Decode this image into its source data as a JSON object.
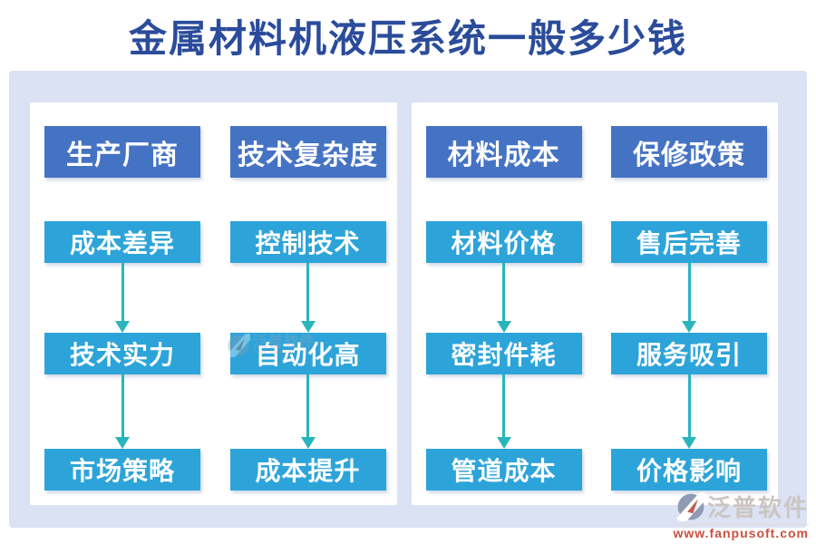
{
  "title": "金属材料机液压系统一般多少钱",
  "panels": [
    {
      "columns": [
        {
          "header": "生产厂商",
          "items": [
            "成本差异",
            "技术实力",
            "市场策略"
          ]
        },
        {
          "header": "技术复杂度",
          "items": [
            "控制技术",
            "自动化高",
            "成本提升"
          ]
        }
      ]
    },
    {
      "columns": [
        {
          "header": "材料成本",
          "items": [
            "材料价格",
            "密封件耗",
            "管道成本"
          ]
        },
        {
          "header": "保修政策",
          "items": [
            "售后完善",
            "服务吸引",
            "价格影响"
          ]
        }
      ]
    }
  ],
  "branding": {
    "logo_text": "泛普软件",
    "website": "www.fanpusoft.com",
    "logo_icon": "fanpu-crescent-sail-icon"
  },
  "colors": {
    "title": "#2b4c9b",
    "header_box": "#4573c4",
    "item_box": "#2da4d9",
    "arrow": "#2ab5bd",
    "board_bg": "#dbe2f4",
    "card_bg": "#ffffff",
    "logo_text": "#cbc5c1",
    "website": "#c8503f"
  }
}
